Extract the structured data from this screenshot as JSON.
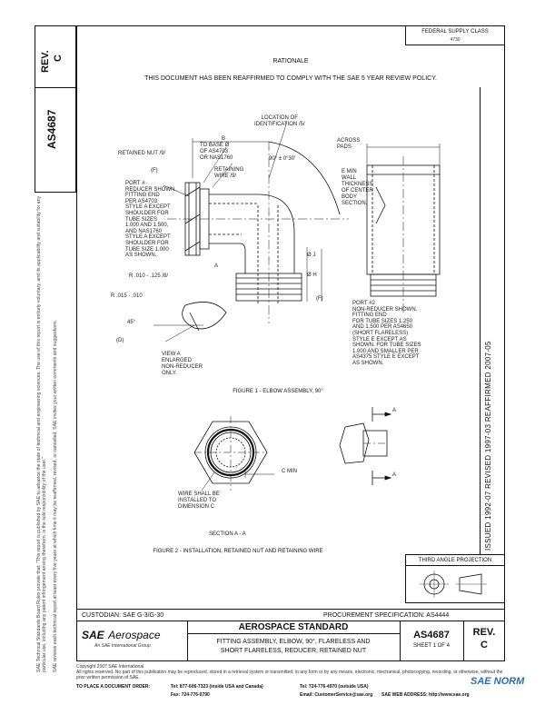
{
  "side_panel": {
    "rev_label": "REV.",
    "rev_value": "C",
    "doc_number": "AS4687",
    "disclaimer_1": "SAE Technical Standards Board Rules provide that: \"This report is published by SAE to advance the state of technical and engineering sciences. The use of this report is entirely voluntary, and its applicability and suitability for any particular use, including any patent infringement arising therefrom, is the sole responsibility of the user.\"",
    "disclaimer_2": "SAE reviews each technical report at least every five years at which time it may be reaffirmed, revised, or cancelled. SAE invites your written comments and suggestions."
  },
  "header": {
    "fsc_label": "FEDERAL SUPPLY CLASS",
    "fsc_value": "4730",
    "notice_1": "RATIONALE",
    "notice_2": "THIS DOCUMENT HAS BEEN REAFFIRMED TO COMPLY WITH THE SAE 5 YEAR REVIEW POLICY."
  },
  "figure1": {
    "caption": "FIGURE 1 - ELBOW ASSEMBLY, 90°",
    "callouts": {
      "location_id": "LOCATION OF\nIDENTIFICATION /5/",
      "b_label": "B",
      "to_base": "TO BASE Ø\nOF AS4703\nOR NAS1760",
      "retained_nut": "RETAINED NUT /9/",
      "retaining_wire": "RETAINING\nWIRE /9/",
      "f_label": "(F)",
      "port1": "PORT #\nREDUCER SHOWN.\nFITTING END\nPER AS4703\nSTYLE A EXCEPT\nSHOULDER FOR\nTUBE SIZES\n1.000 AND 1.500,\nAND NAS1760\nSTYLE A EXCEPT\nSHOULDER FOR\nTUBE SIZE 1.000\nAS SHOWN.",
      "angle": "90° ± 0°30'",
      "across_pads": "ACROSS\nPADS",
      "e_min": "E MIN\nWALL\nTHICKNESS\nOF CENTER\nBODY\nSECTION.",
      "a_label": "A",
      "dia_j": "Ø J",
      "dia_h": "Ø H",
      "f_label_2": "(F)",
      "r_010": "R .010 - .125 /8/",
      "r_015": "R .015 - .010",
      "deg45": "45°",
      "d_label": "(D)",
      "view_a": "VIEW A\nENLARGED\nNON-REDUCER\nONLY.",
      "port2": "PORT #2\nNON-REDUCER SHOWN.\nFITTING END\nFOR TUBE SIZES 1.250\nAND 1.500 PER AS4650\n(SHORT FLARELESS)\nSTYLE E EXCEPT AS\nSHOWN. FOR TUBE SIZES\n1.000 AND SMALLER PER\nAS4375 STYLE E EXCEPT\nAS SHOWN."
    }
  },
  "figure2": {
    "caption": "FIGURE 2 - INSTALLATION, RETAINED NUT AND RETAINING WIRE",
    "c_min": "C MIN",
    "wire_note": "WIRE SHALL BE\nINSTALLED TO\nDIMENSION C",
    "section": "SECTION A - A",
    "a_top": "A",
    "a_bottom": "A"
  },
  "projection": {
    "label": "THIRD ANGLE PROJECTION"
  },
  "revision_strip": "ISSUED 1992-07     REVISED 1997-03     REAFFIRMED 2007-05",
  "title_block": {
    "custodian": "CUSTODIAN: SAE G-3/G-30",
    "procurement": "PROCUREMENT SPECIFICATION: AS4444",
    "logo_sae": "SAE",
    "logo_aero": "Aerospace",
    "logo_sub": "An SAE International Group",
    "standard": "AEROSPACE STANDARD",
    "title_line1": "FITTING ASSEMBLY, ELBOW, 90°, FLARELESS AND",
    "title_line2": "SHORT FLARELESS, REDUCER, RETAINED NUT",
    "doc_number": "AS4687",
    "sheet": "SHEET 1 OF 4",
    "rev_label": "REV.",
    "rev_value": "C"
  },
  "footer": {
    "copyright": "Copyright 2007 SAE International",
    "rights": "All rights reserved. No part of this publication may be reproduced, stored in a retrieval system or transmitted, in any form or by any means, electronic, mechanical, photocopying, recording, or otherwise, without the prior written permission of SAE.",
    "order_label": "TO PLACE A DOCUMENT ORDER:",
    "tel1": "Tel: 877-606-7323 (inside USA and Canada)",
    "fax": "Fax: 724-776-0790",
    "tel2": "Tel: 724-776-4970 (outside USA)",
    "email": "Email: CustomerService@sae.org",
    "web": "SAE WEB ADDRESS: http://www.sae.org",
    "watermark": "SAE NORM"
  }
}
